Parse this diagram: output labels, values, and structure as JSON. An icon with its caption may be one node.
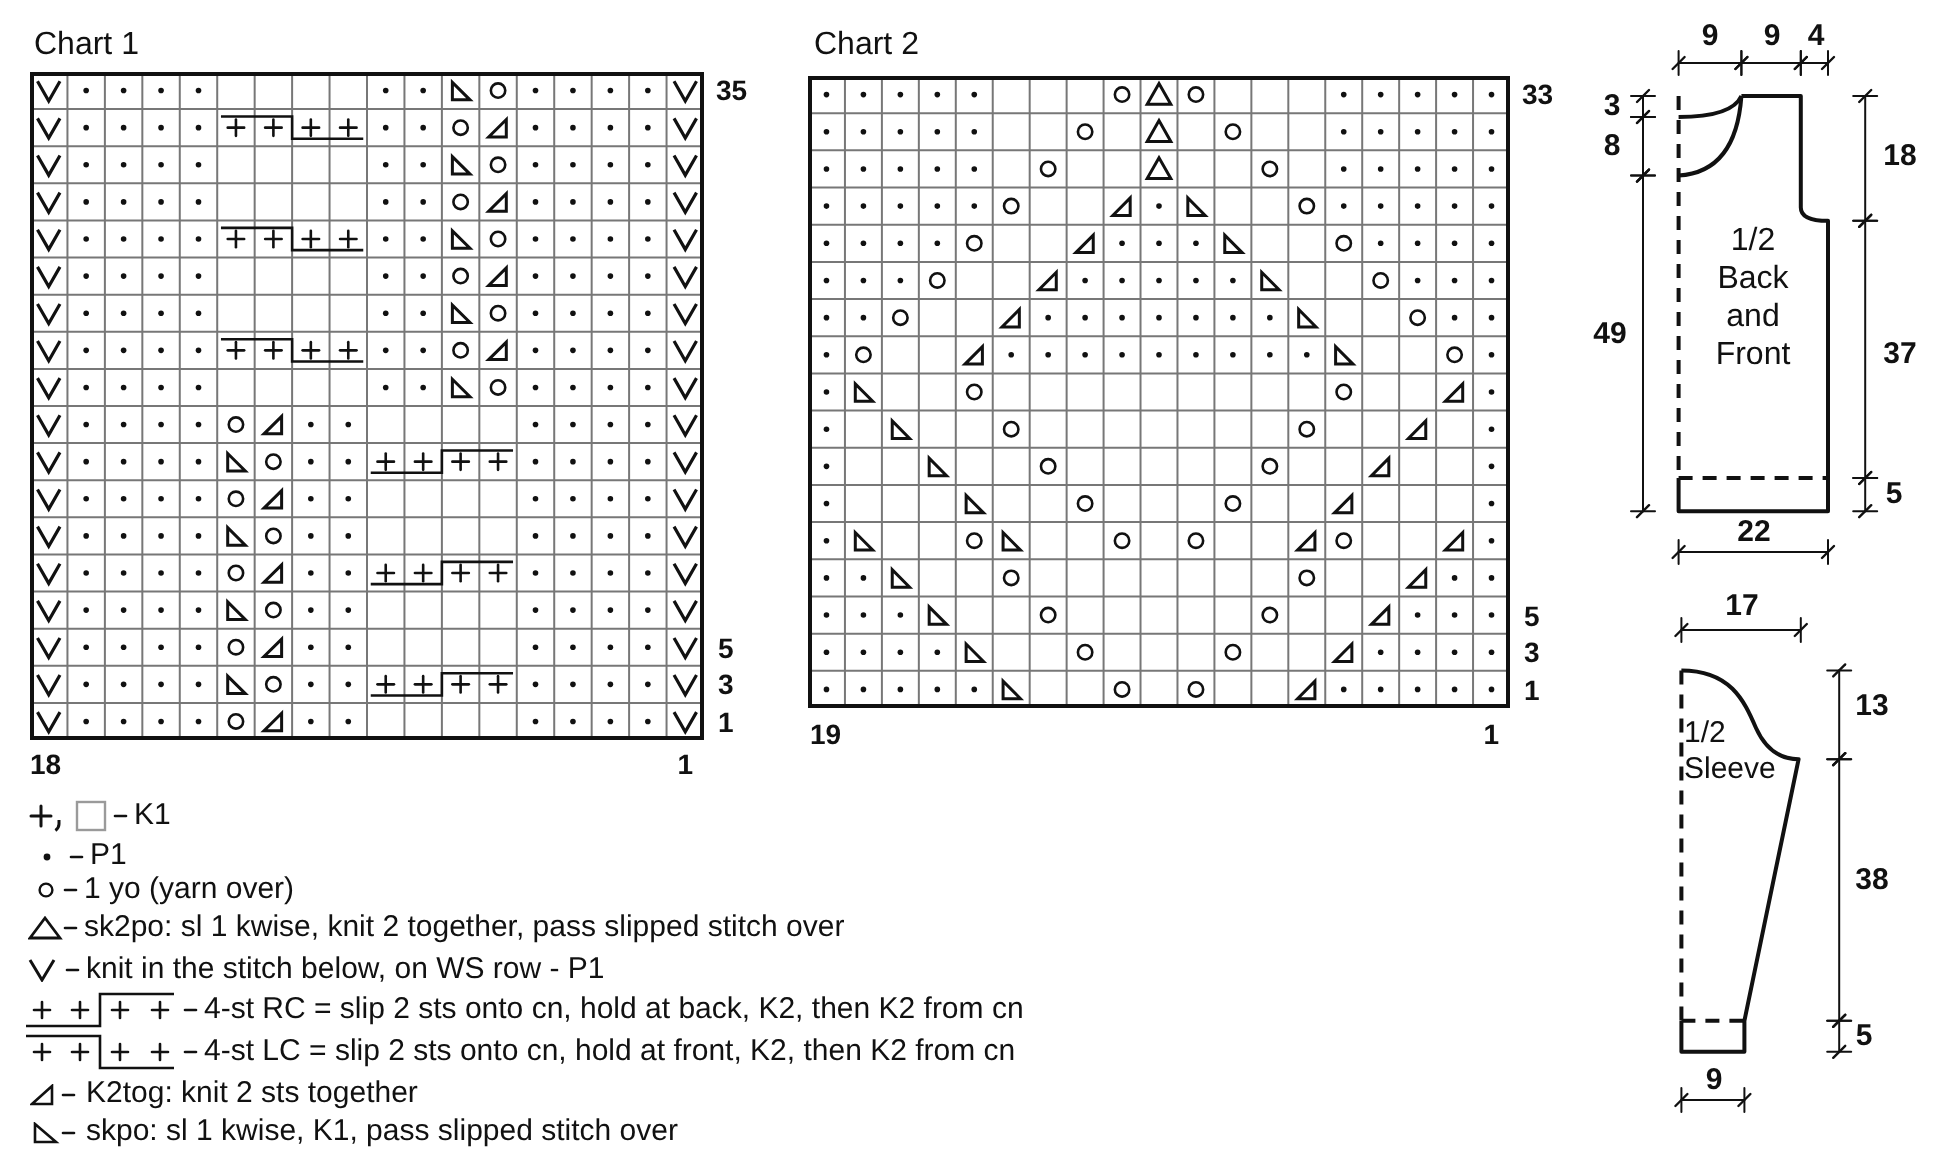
{
  "diagram": {
    "nodes": [
      {
        "text": [
          "1/2 Back and Front"
        ]
      },
      {
        "text": [
          "1/2 Sleeve"
        ]
      }
    ],
    "labels": [
      "Chart 1",
      "35",
      "5",
      "3",
      "1",
      "18",
      "1",
      "Chart 2",
      "33",
      "5",
      "3",
      "1",
      "19",
      "1",
      "9",
      "9",
      "4",
      "3",
      "8",
      "18",
      "49",
      "37",
      "5",
      "22",
      "17",
      "13",
      "38",
      "5",
      "9"
    ],
    "legend": [
      {
        "text": "K1"
      },
      {
        "text": "P1"
      },
      {
        "text": "1 yo (yarn over)"
      },
      {
        "text": "sk2po: sl 1 kwise, knit 2 together, pass slipped stitch over"
      },
      {
        "text": "knit in the stitch below, on WS row - P1"
      },
      {
        "text": "4-st RC = slip 2 sts onto cn, hold at back, K2, then K2 from cn"
      },
      {
        "text": "4-st LC = slip 2 sts onto cn, hold at front, K2, then K2 from cn"
      },
      {
        "text": "K2tog: knit 2 sts together"
      },
      {
        "text": "skpo: sl 1 kwise, K1, pass slipped stitch over"
      }
    ]
  }
}
